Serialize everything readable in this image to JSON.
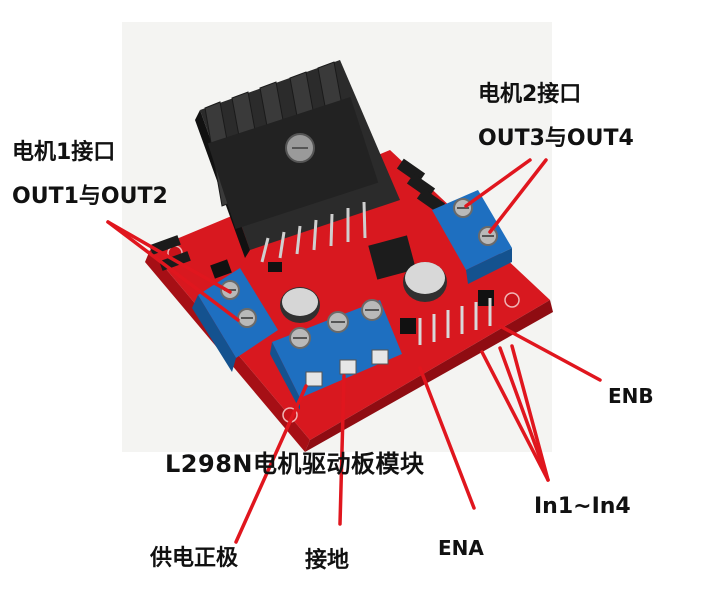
{
  "colors": {
    "board": "#e8222a",
    "board_dark": "#b31219",
    "terminal_blue": "#1e6fc0",
    "heatsink": "#2b2b2b",
    "arrow": "#e0161e",
    "text": "#111111"
  },
  "labels": {
    "motor1_line1": "电机1接口",
    "motor1_line2": "OUT1与OUT2",
    "motor2_line1": "电机2接口",
    "motor2_line2": "OUT3与OUT4",
    "enb": "ENB",
    "in_pins": "In1~In4",
    "ena": "ENA",
    "ground": "接地",
    "power": "供电正极",
    "board_title": "L298N电机驱动板模块"
  },
  "icons": {
    "photo": "l298n-board-icon"
  }
}
